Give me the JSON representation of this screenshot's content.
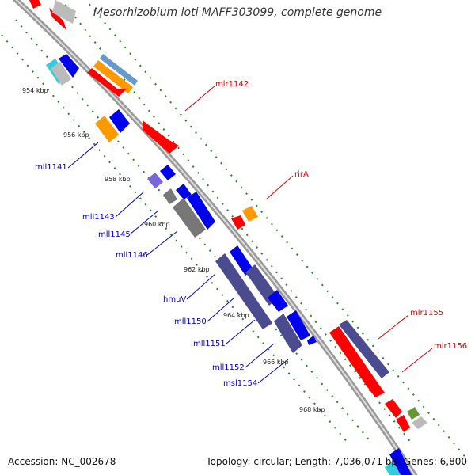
{
  "title": "Mesorhizobium loti MAFF303099, complete genome",
  "footer": {
    "accession": "Accession: NC_002678",
    "topology": "Topology: circular; Length: 7,036,071 bp; Genes: 6,800"
  },
  "colors": {
    "backbone": "#999999",
    "forward_gene": "#ff0000",
    "reverse_gene": "#0000ee",
    "reverse_gene_dark": "#4b4b8f",
    "reverse_gene_light": "#7766dd",
    "grey_gene": "#777777",
    "orange_gene": "#ff9900",
    "steel_gene": "#6699cc",
    "cyan_gene": "#33ccdd",
    "green_gene": "#669933",
    "silver_gene": "#bbbbbb",
    "ticks": "#228822",
    "forward_label": "#dd0000",
    "reverse_label": "#0000bb"
  },
  "ticks": [
    "954 kbp",
    "956 kbp",
    "958 kbp",
    "960 kbp",
    "962 kbp",
    "964 kbp",
    "966 kbp",
    "968 kbp"
  ],
  "annotations": {
    "forward": [
      "mlr1142",
      "rirA",
      "mlr1155",
      "mlr1156"
    ],
    "reverse": [
      "mll1141",
      "mll1143",
      "mll1145",
      "mll1146",
      "hmuV",
      "mll1150",
      "mll1151",
      "mll1152",
      "msl1154"
    ]
  }
}
